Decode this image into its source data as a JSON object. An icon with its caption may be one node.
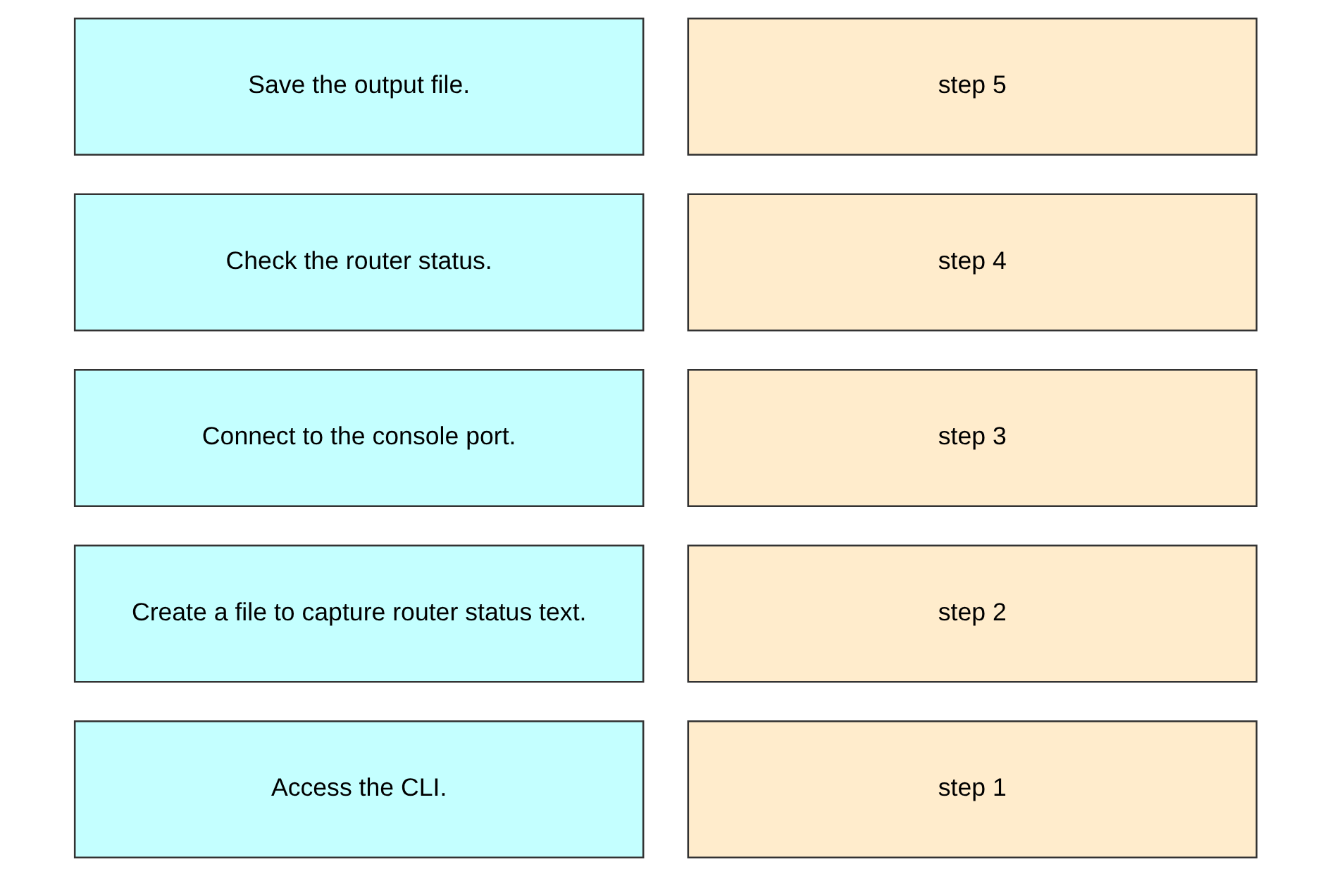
{
  "diagram": {
    "nodes": [
      {
        "text": [
          "Access the CLI."
        ]
      },
      {
        "text": [
          "step 1"
        ]
      },
      {
        "text": [
          "Create a file to capture router status text."
        ]
      },
      {
        "text": [
          "step 2"
        ]
      },
      {
        "text": [
          "Connect to the console port."
        ]
      },
      {
        "text": [
          "step 3"
        ]
      },
      {
        "text": [
          "Check the router status."
        ]
      },
      {
        "text": [
          "step 4"
        ]
      },
      {
        "text": [
          "Save the output file."
        ]
      },
      {
        "text": [
          "step 5"
        ]
      }
    ]
  }
}
